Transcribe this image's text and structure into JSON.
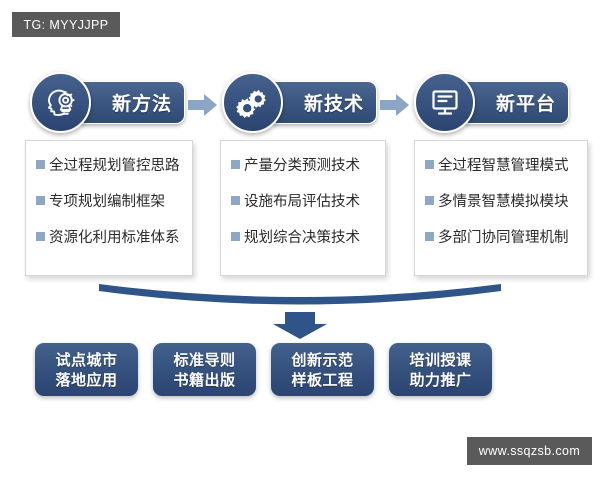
{
  "watermarks": {
    "top_left": "TG: MYYJJPP",
    "bottom_right": "www.ssqzsb.com"
  },
  "colors": {
    "primary_navy": "#34507c",
    "pill_gradient_top": "#4a6691",
    "pill_gradient_bottom": "#2f4a75",
    "arrow_light_blue": "#8ba5c6",
    "bullet_blue": "#8ea7c5",
    "band_blue": "#2f5489",
    "card_border": "#d6d6d6",
    "watermark_gray": "#5a5a5a",
    "background": "#ffffff"
  },
  "stages": [
    {
      "id": "stage-1",
      "icon": "brain-lightbulb-icon",
      "title": "新方法",
      "items": [
        "全过程规划管控思路",
        "专项规划编制框架",
        "资源化利用标准体系"
      ]
    },
    {
      "id": "stage-2",
      "icon": "gears-icon",
      "title": "新技术",
      "items": [
        "产量分类预测技术",
        "设施布局评估技术",
        "规划综合决策技术"
      ]
    },
    {
      "id": "stage-3",
      "icon": "monitor-icon",
      "title": "新平台",
      "items": [
        "全过程智慧管理模式",
        "多情景智慧模拟模块",
        "多部门协同管理机制"
      ]
    }
  ],
  "step_arrows": [
    {
      "name": "arrow-stage1-to-stage2",
      "direction": "right"
    },
    {
      "name": "arrow-stage2-to-stage3",
      "direction": "right"
    }
  ],
  "connector": {
    "name": "curved-band-down-arrow",
    "direction": "down"
  },
  "outcomes": [
    {
      "line1": "试点城市",
      "line2": "落地应用"
    },
    {
      "line1": "标准导则",
      "line2": "书籍出版"
    },
    {
      "line1": "创新示范",
      "line2": "样板工程"
    },
    {
      "line1": "培训授课",
      "line2": "助力推广"
    }
  ]
}
